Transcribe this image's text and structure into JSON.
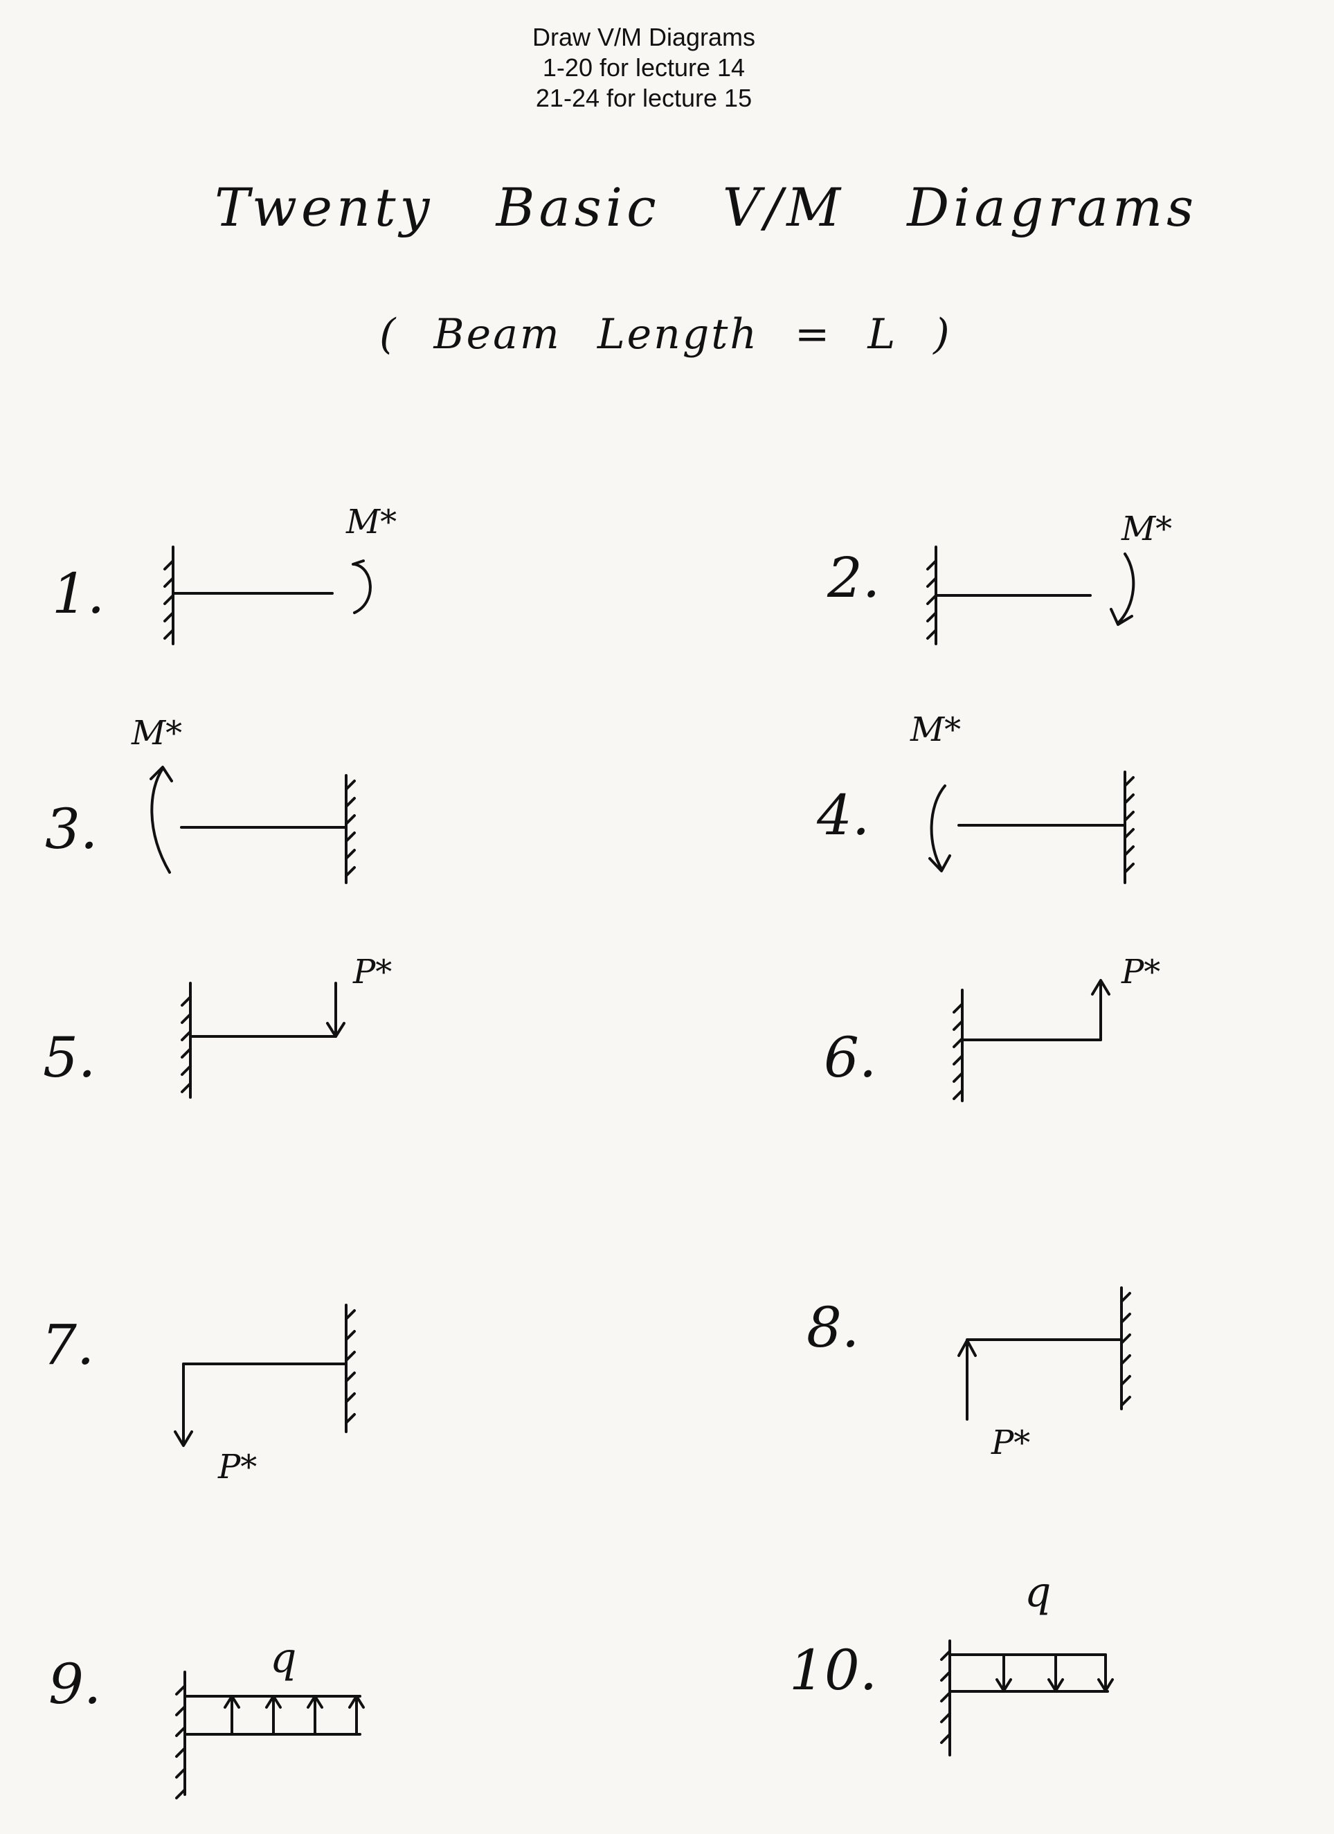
{
  "header": {
    "line1": "Draw V/M Diagrams",
    "line2": "1-20 for lecture 14",
    "line3": "21-24 for lecture 15"
  },
  "title": "Twenty Basic V/M Diagrams",
  "subtitle": "( Beam Length = L )",
  "problems": [
    {
      "number": "1.",
      "load": "M*"
    },
    {
      "number": "2.",
      "load": "M*"
    },
    {
      "number": "3.",
      "load": "M*"
    },
    {
      "number": "4.",
      "load": "M*"
    },
    {
      "number": "5.",
      "load": "P*"
    },
    {
      "number": "6.",
      "load": "P*"
    },
    {
      "number": "7.",
      "load": "P*"
    },
    {
      "number": "8.",
      "load": "P*"
    },
    {
      "number": "9.",
      "load": "q"
    },
    {
      "number": "10.",
      "load": "q"
    }
  ]
}
